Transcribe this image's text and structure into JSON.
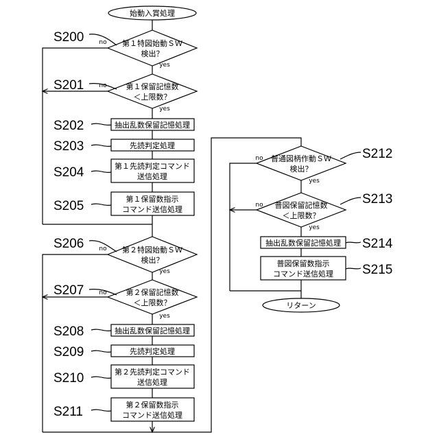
{
  "flowchart": {
    "start": "始動入賞処理",
    "end": "リターン",
    "branch_no": "no",
    "branch_yes": "yes",
    "steps": {
      "s200": {
        "label": "S200",
        "text": [
          "第１特図始動ＳＷ",
          "検出？"
        ]
      },
      "s201": {
        "label": "S201",
        "text": [
          "第１保留記憶数",
          "＜上限数？"
        ]
      },
      "s202": {
        "label": "S202",
        "text": [
          "抽出乱数保留記憶処理"
        ]
      },
      "s203": {
        "label": "S203",
        "text": [
          "先読判定処理"
        ]
      },
      "s204": {
        "label": "S204",
        "text": [
          "第１先読判定コマンド",
          "送信処理"
        ]
      },
      "s205": {
        "label": "S205",
        "text": [
          "第１保留数指示",
          "コマンド送信処理"
        ]
      },
      "s206": {
        "label": "S206",
        "text": [
          "第２特図始動ＳＷ",
          "検出？"
        ]
      },
      "s207": {
        "label": "S207",
        "text": [
          "第２保留記憶数",
          "＜上限数？"
        ]
      },
      "s208": {
        "label": "S208",
        "text": [
          "抽出乱数保留記憶処理"
        ]
      },
      "s209": {
        "label": "S209",
        "text": [
          "先読判定処理"
        ]
      },
      "s210": {
        "label": "S210",
        "text": [
          "第２先読判定コマンド",
          "送信処理"
        ]
      },
      "s211": {
        "label": "S211",
        "text": [
          "第２保留数指示",
          "コマンド送信処理"
        ]
      },
      "s212": {
        "label": "S212",
        "text": [
          "普通図柄作動ＳＷ",
          "検出？"
        ]
      },
      "s213": {
        "label": "S213",
        "text": [
          "普図保留記憶数",
          "＜上限数？"
        ]
      },
      "s214": {
        "label": "S214",
        "text": [
          "抽出乱数保留記憶処理"
        ]
      },
      "s215": {
        "label": "S215",
        "text": [
          "普図保留数指示",
          "コマンド送信処理"
        ]
      }
    }
  }
}
